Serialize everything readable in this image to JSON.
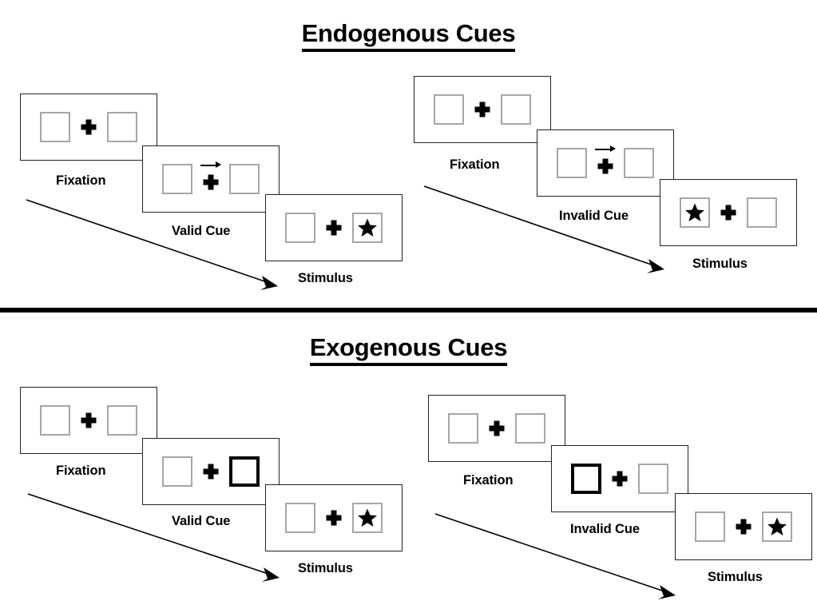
{
  "figure": {
    "title_top": "Endogenous Cues",
    "title_bottom": "Exogenous Cues",
    "colors": {
      "ink": "#000000",
      "panel_border": "#222222",
      "slot_border": "#a6a6a6",
      "cued_slot_border": "#000000",
      "background": "#ffffff"
    }
  },
  "sections": [
    {
      "id": "endogenous",
      "title": "Endogenous Cues",
      "sequences": [
        {
          "id": "endogenous-valid",
          "condition": "valid",
          "time_arrow_label": "time-flow-arrow",
          "frames": [
            {
              "caption": "Fixation",
              "left_slot": "empty",
              "right_slot": "empty",
              "center": "plus",
              "cue_arrow": "none"
            },
            {
              "caption": "Valid Cue",
              "left_slot": "empty",
              "right_slot": "empty",
              "center": "plus",
              "cue_arrow": "right"
            },
            {
              "caption": "Stimulus",
              "left_slot": "empty",
              "right_slot": "star",
              "center": "plus",
              "cue_arrow": "none"
            }
          ]
        },
        {
          "id": "endogenous-invalid",
          "condition": "invalid",
          "time_arrow_label": "time-flow-arrow",
          "frames": [
            {
              "caption": "Fixation",
              "left_slot": "empty",
              "right_slot": "empty",
              "center": "plus",
              "cue_arrow": "none"
            },
            {
              "caption": "Invalid Cue",
              "left_slot": "empty",
              "right_slot": "empty",
              "center": "plus",
              "cue_arrow": "right"
            },
            {
              "caption": "Stimulus",
              "left_slot": "star",
              "right_slot": "empty",
              "center": "plus",
              "cue_arrow": "none"
            }
          ]
        }
      ]
    },
    {
      "id": "exogenous",
      "title": "Exogenous Cues",
      "sequences": [
        {
          "id": "exogenous-valid",
          "condition": "valid",
          "time_arrow_label": "time-flow-arrow",
          "frames": [
            {
              "caption": "Fixation",
              "left_slot": "empty",
              "right_slot": "empty",
              "center": "plus",
              "cue_arrow": "none"
            },
            {
              "caption": "Valid Cue",
              "left_slot": "empty",
              "right_slot": "highlighted",
              "center": "plus",
              "cue_arrow": "none"
            },
            {
              "caption": "Stimulus",
              "left_slot": "empty",
              "right_slot": "star",
              "center": "plus",
              "cue_arrow": "none"
            }
          ]
        },
        {
          "id": "exogenous-invalid",
          "condition": "invalid",
          "time_arrow_label": "time-flow-arrow",
          "frames": [
            {
              "caption": "Fixation",
              "left_slot": "empty",
              "right_slot": "empty",
              "center": "plus",
              "cue_arrow": "none"
            },
            {
              "caption": "Invalid Cue",
              "left_slot": "highlighted",
              "right_slot": "empty",
              "center": "plus",
              "cue_arrow": "none"
            },
            {
              "caption": "Stimulus",
              "left_slot": "empty",
              "right_slot": "star",
              "center": "plus",
              "cue_arrow": "none"
            }
          ]
        }
      ]
    }
  ]
}
